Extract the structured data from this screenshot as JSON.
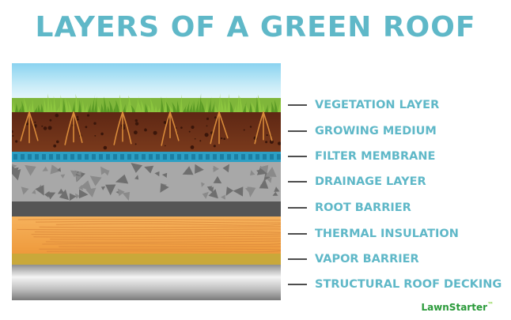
{
  "title": "LAYERS OF A GREEN ROOF",
  "layers": [
    {
      "label": "VEGETATION LAYER",
      "color": "#7fb63a"
    },
    {
      "label": "GROWING MEDIUM",
      "color": "#6b2f1a"
    },
    {
      "label": "FILTER MEMBRANE",
      "color": "#2c9fc4"
    },
    {
      "label": "DRAINAGE LAYER",
      "color": "#a8a8a8"
    },
    {
      "label": "ROOT BARRIER",
      "color": "#555555"
    },
    {
      "label": "THERMAL INSULATION",
      "color": "#f0a24a"
    },
    {
      "label": "VAPOR BARRIER",
      "color": "#c9a83a"
    },
    {
      "label": "STRUCTURAL ROOF DECKING",
      "color": "#b9b9b9"
    }
  ],
  "brand": "LawnStarter",
  "colors": {
    "accent": "#5fb8c8",
    "brand": "#2a9a3a"
  }
}
